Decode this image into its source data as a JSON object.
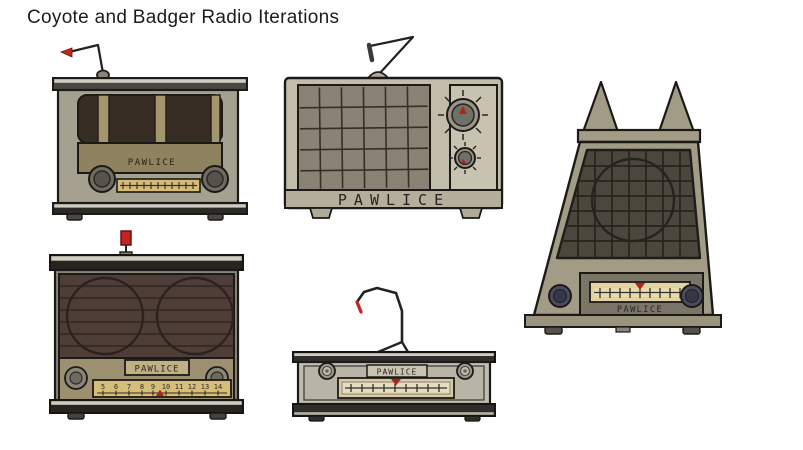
{
  "title": "Coyote and Badger Radio Iterations",
  "brand": "PAWLICE",
  "radios": {
    "tabletop": {
      "label": "PAWLICE"
    },
    "boxy": {
      "label": "PAWLICE"
    },
    "cat_ear": {
      "label": "PAWLICE"
    },
    "twin_speaker": {
      "label": "PAWLICE",
      "dial_numbers": [
        "5",
        "6",
        "7",
        "8",
        "9",
        "10",
        "11",
        "12",
        "13",
        "14"
      ]
    },
    "low_wide": {
      "label": "PAWLICE"
    }
  },
  "colors": {
    "background": "#ffffff",
    "ink": "#211e1a",
    "body_tan": "#a6a090",
    "body_light": "#c2bcab",
    "grille_dark_brown": "#382d24",
    "grille_warm_brown": "#4f3e37",
    "grille_grey": "#8a8274",
    "grille_olive": "#4c473d",
    "dial_gold": "#d5bb76",
    "dial_cream": "#d9cba8",
    "band_olive": "#8f835f",
    "accent_red": "#c0281e",
    "knob_blue": "#4a4c5e",
    "rail_dark": "#2b2a26",
    "rail_light": "#cfccc2"
  }
}
